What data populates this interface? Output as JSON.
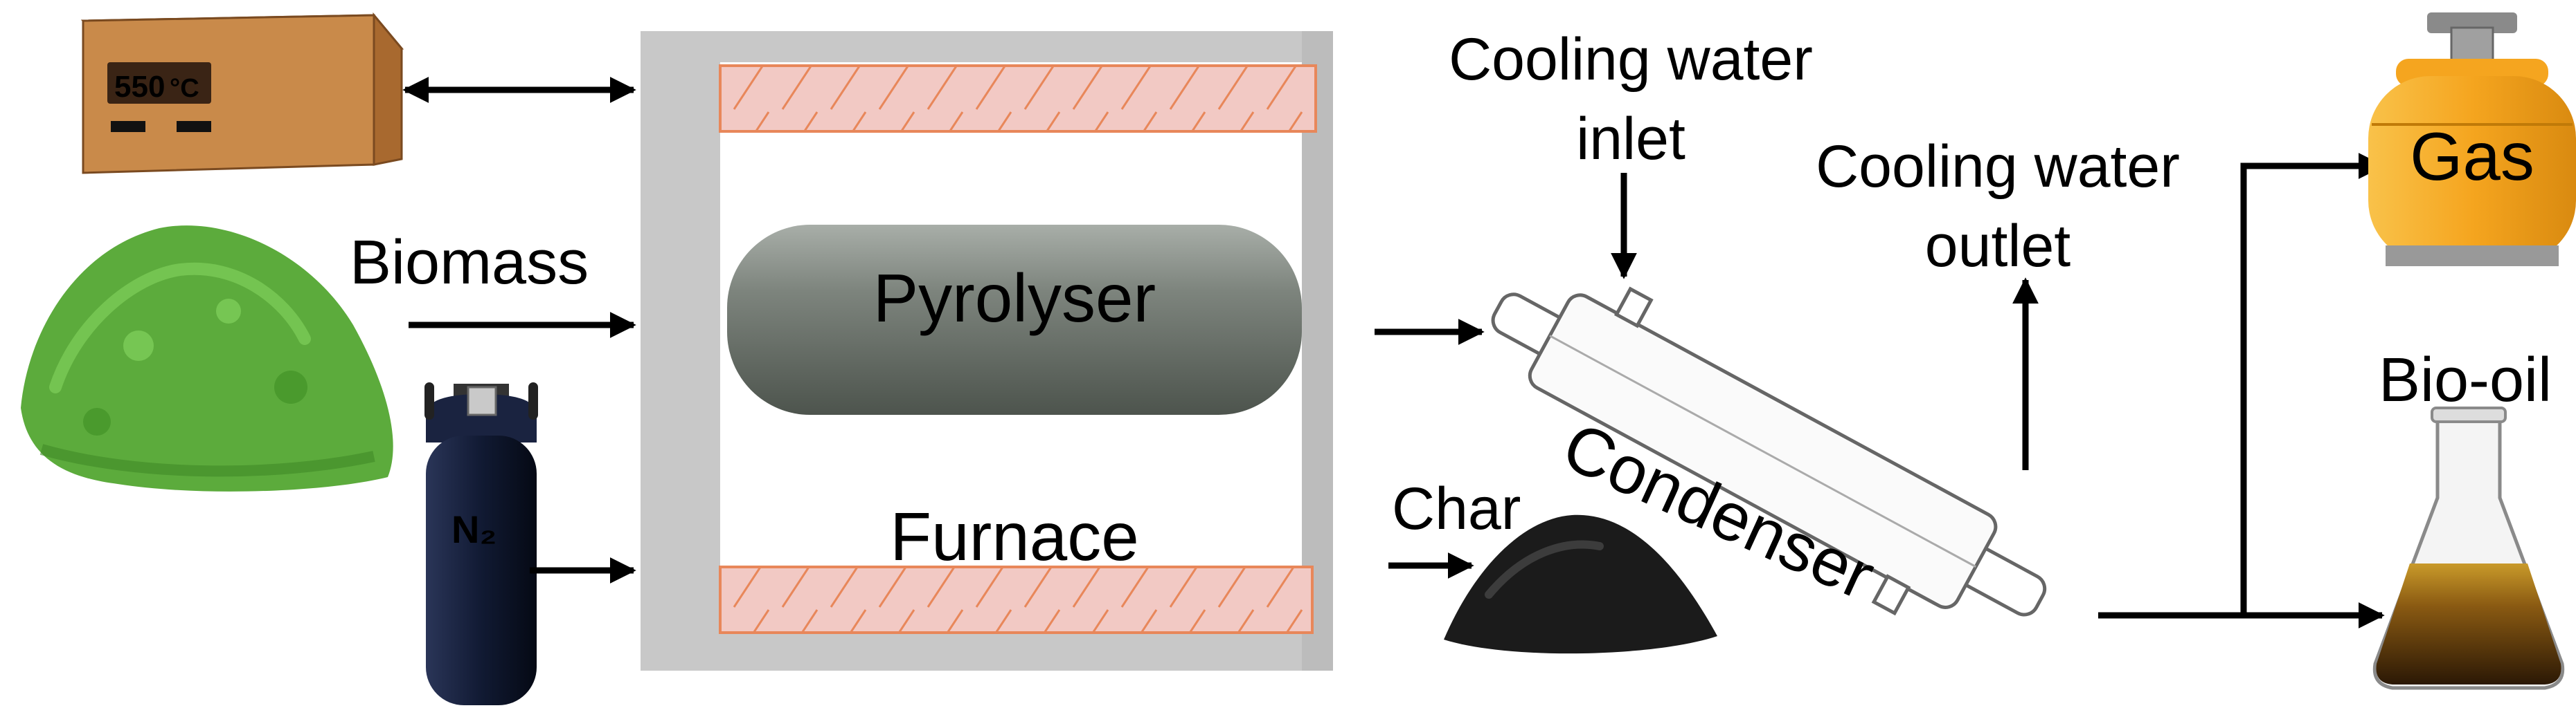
{
  "diagram": {
    "labels": {
      "temperature": "550",
      "temperature_unit": "°C",
      "biomass": "Biomass",
      "nitrogen": "N₂",
      "pyrolyser": "Pyrolyser",
      "furnace": "Furnace",
      "cooling_inlet_line1": "Cooling water",
      "cooling_inlet_line2": "inlet",
      "cooling_outlet_line1": "Cooling water",
      "cooling_outlet_line2": "outlet",
      "condenser": "Condenser",
      "char": "Char",
      "gas": "Gas",
      "bio_oil": "Bio-oil"
    },
    "colors": {
      "controller_box": "#c98a4a",
      "controller_box_dark": "#a8692f",
      "display": "#3a2415",
      "furnace_wall": "#c8c8c8",
      "heater_fill": "#f2c9c4",
      "heater_stripe": "#e8875a",
      "pyrolyser": "#7d847d",
      "biomass": "#5cab3c",
      "n2_cylinder": "#111a33",
      "n2_label": "#f2e13a",
      "char": "#1b1b1b",
      "gas_cylinder": "#f5a51f",
      "bio_oil": "#4a2d0a",
      "arrow": "#000000"
    },
    "icons": [
      "temperature-controller-icon",
      "biomass-pile-icon",
      "nitrogen-cylinder-icon",
      "char-pile-icon",
      "gas-cylinder-icon",
      "flask-icon",
      "condenser-icon"
    ]
  }
}
